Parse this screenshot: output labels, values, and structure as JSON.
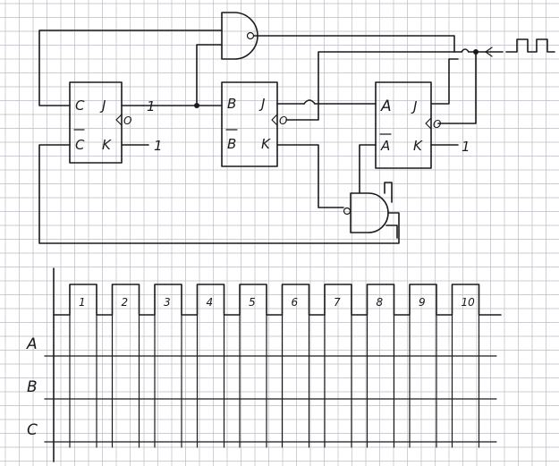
{
  "diagram": {
    "flip_flops": [
      {
        "id": "ff-c",
        "labels": {
          "q": "C",
          "j": "J",
          "qbar": "C",
          "k": "K"
        },
        "j_input": "1",
        "k_input": "1"
      },
      {
        "id": "ff-b",
        "labels": {
          "q": "B",
          "j": "J",
          "qbar": "B",
          "k": "K"
        }
      },
      {
        "id": "ff-a",
        "labels": {
          "q": "A",
          "j": "J",
          "qbar": "A",
          "k": "K"
        },
        "k_input": "1"
      }
    ],
    "clock_marks": [
      "O",
      "O",
      "O"
    ]
  },
  "timing": {
    "pulses": [
      "1",
      "2",
      "3",
      "4",
      "5",
      "6",
      "7",
      "8",
      "9",
      "10"
    ],
    "signals": [
      "A",
      "B",
      "C"
    ]
  },
  "colors": {
    "paper": "#ffffff",
    "grid": "#b9bdc4",
    "ink": "#1a1a1a"
  }
}
